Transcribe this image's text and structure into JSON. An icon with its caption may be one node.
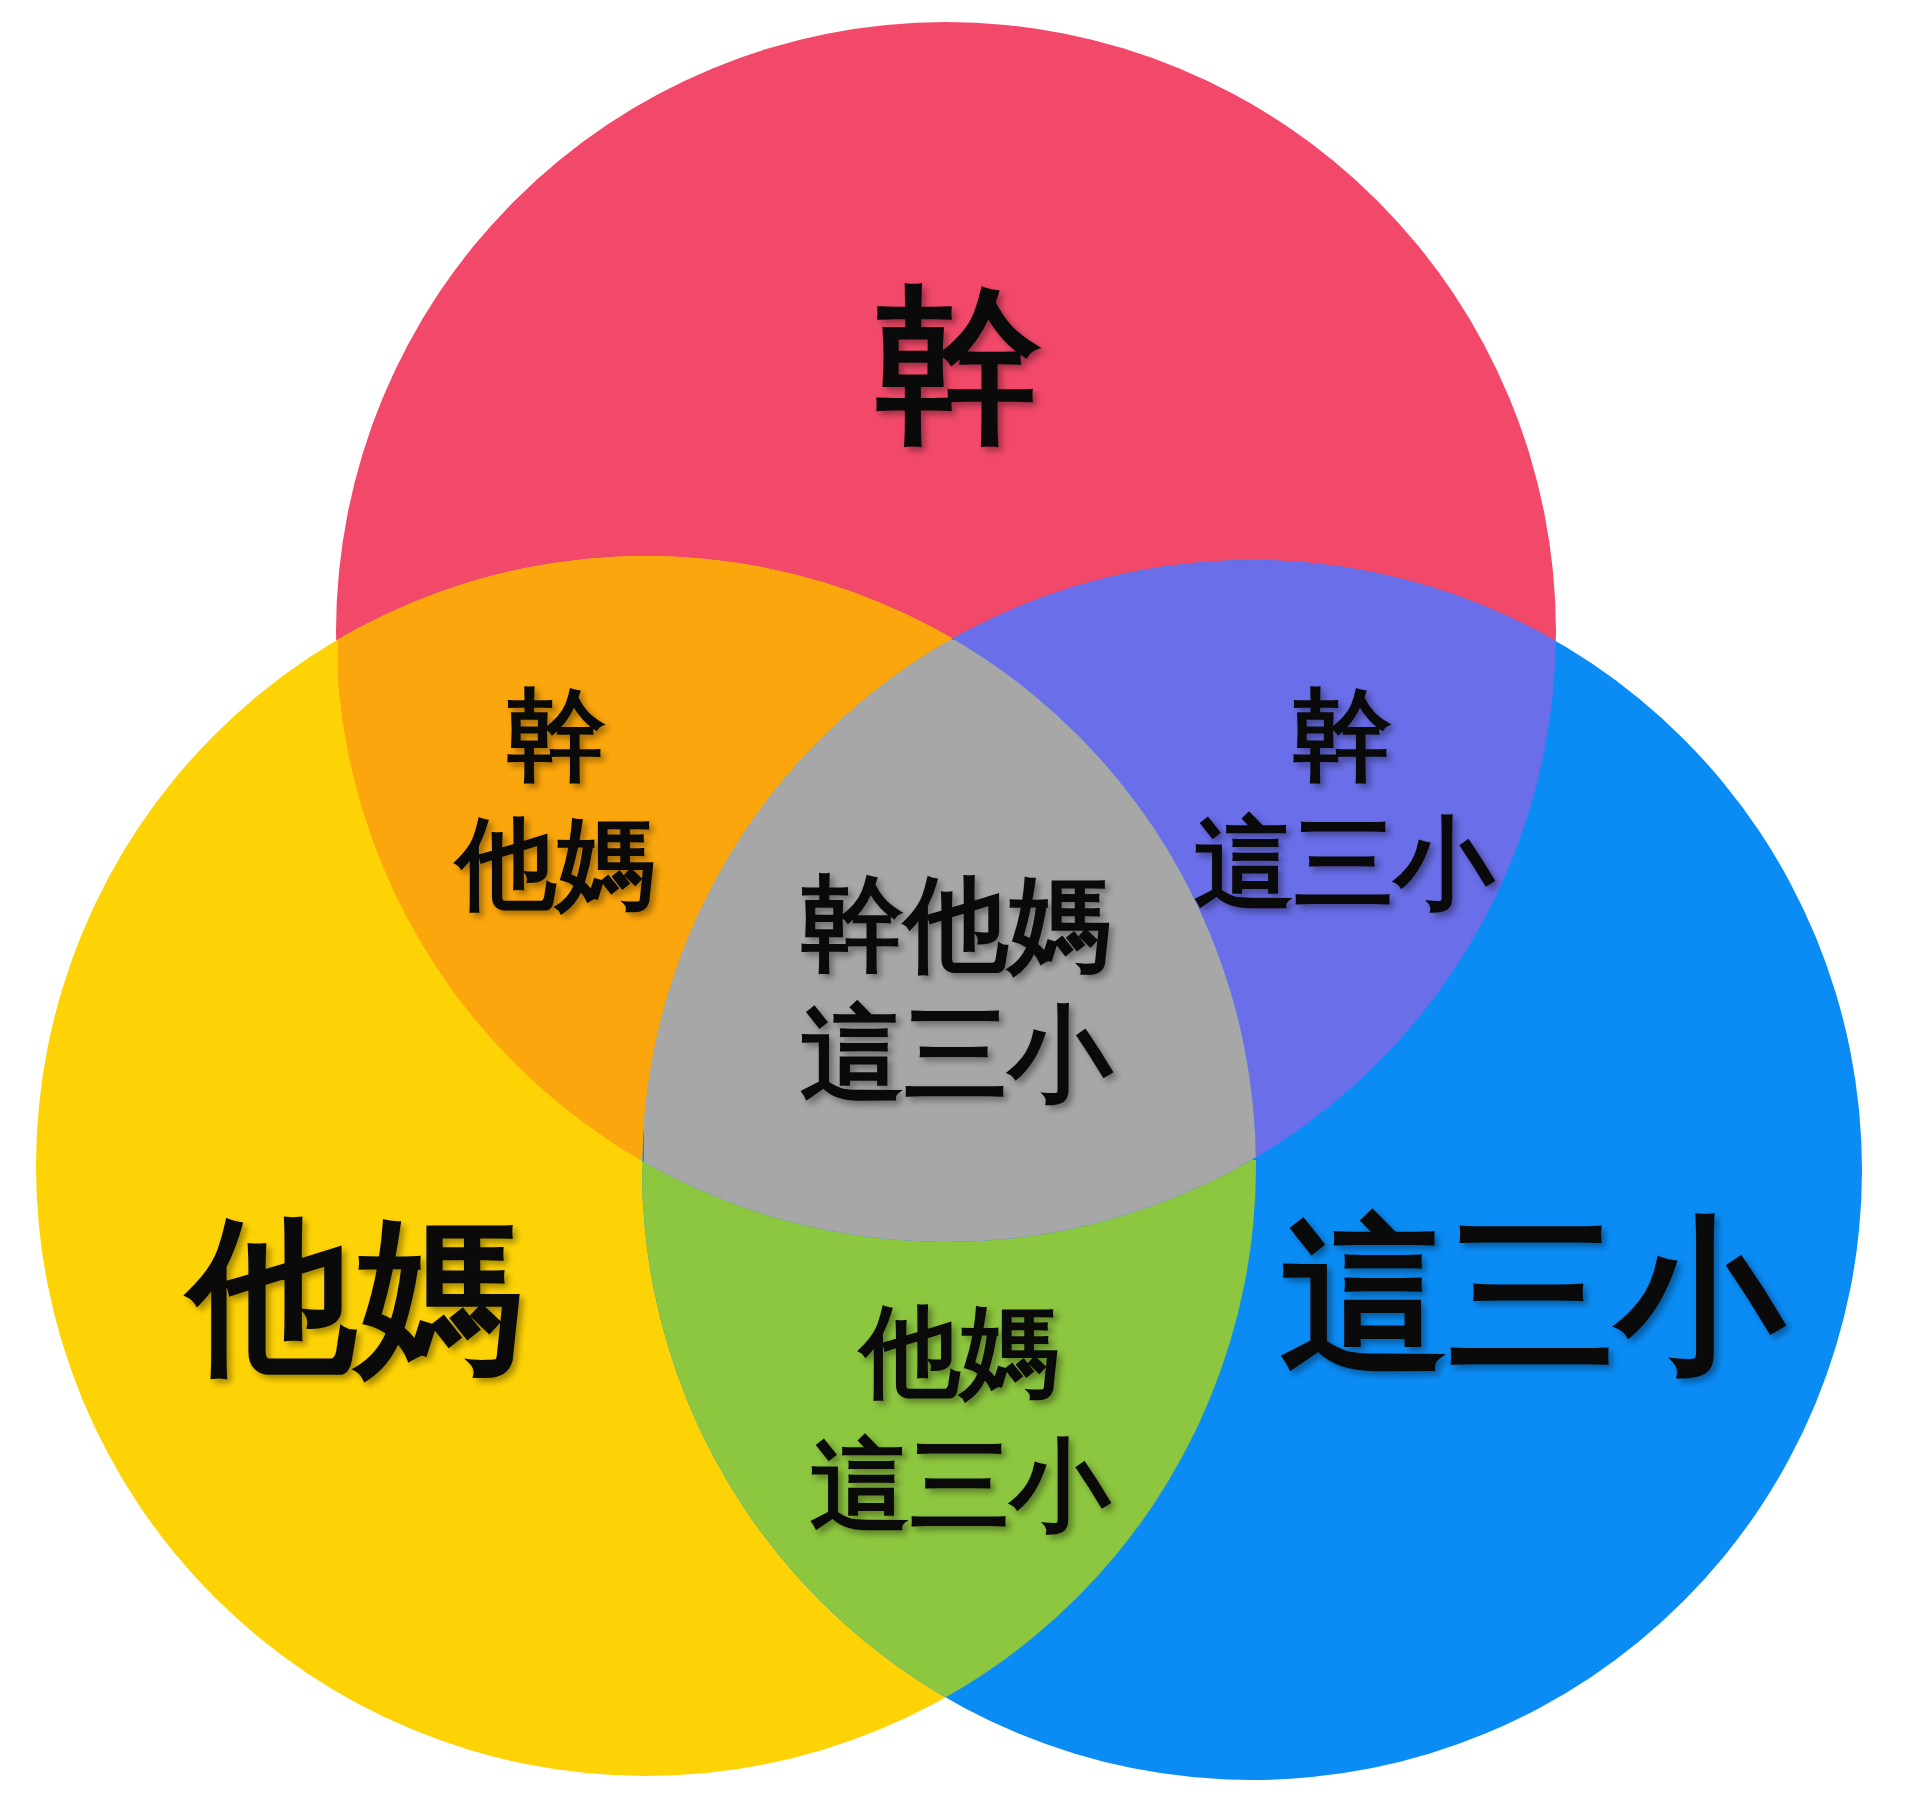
{
  "diagram": {
    "nodes": [
      {
        "text": [
          "幹"
        ]
      },
      {
        "text": [
          "幹",
          "他媽"
        ]
      },
      {
        "text": [
          "幹",
          "這三小"
        ]
      },
      {
        "text": [
          "幹他媽",
          "這三小"
        ]
      },
      {
        "text": [
          "他媽"
        ]
      },
      {
        "text": [
          "這三小"
        ]
      },
      {
        "text": [
          "他媽",
          "這三小"
        ]
      }
    ]
  }
}
